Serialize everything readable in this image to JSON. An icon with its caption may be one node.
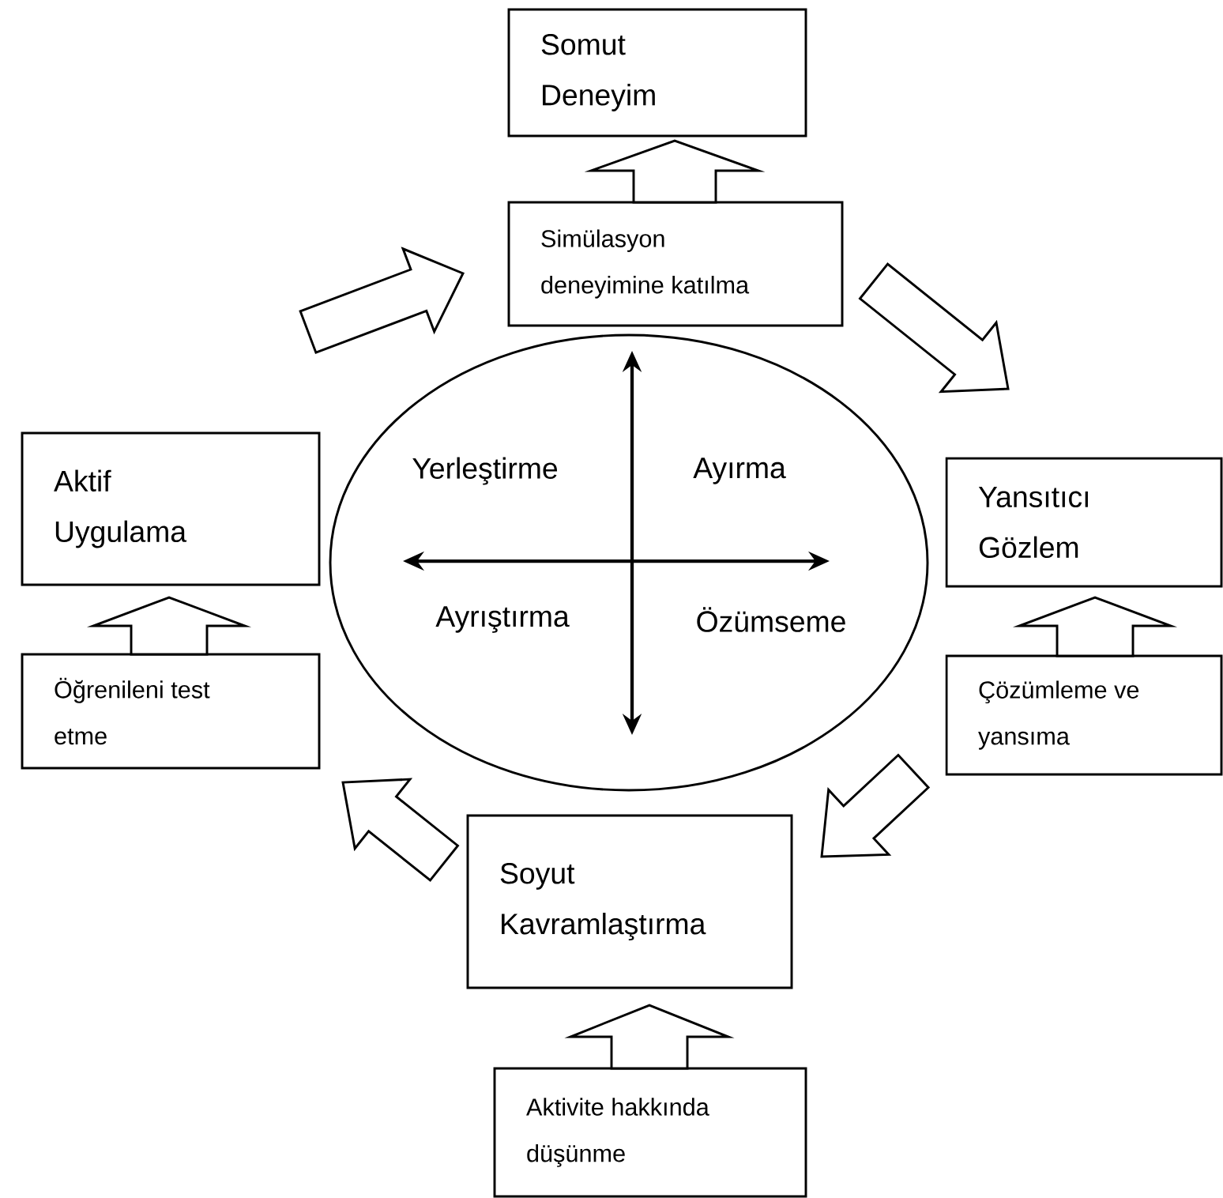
{
  "diagram": {
    "nodes": [
      {
        "text": [
          "Somut Deneyim"
        ]
      },
      {
        "text": [
          "Simülasyon deneyimine katılma"
        ]
      },
      {
        "text": [
          "Aktif Uygulama"
        ]
      },
      {
        "text": [
          "Yansıtıcı Gözlem"
        ]
      },
      {
        "text": [
          "Yerleştirme",
          "Ayırma",
          "Ayrıştırma",
          "Özümseme"
        ]
      },
      {
        "text": [
          "Öğrenileni test etme"
        ]
      },
      {
        "text": [
          "Çözümleme ve yansıma"
        ]
      },
      {
        "text": [
          "Soyut Kavramlaştırma"
        ]
      },
      {
        "text": [
          "Aktivite hakkında düşünme"
        ]
      }
    ],
    "edges": [
      {
        "from": 1,
        "to": 0,
        "arrow": "to"
      },
      {
        "from": 2,
        "to": 1,
        "arrow": "to"
      },
      {
        "from": 1,
        "to": 3,
        "arrow": "to"
      },
      {
        "from": 5,
        "to": 2,
        "arrow": "to"
      },
      {
        "from": 6,
        "to": 3,
        "arrow": "to"
      },
      {
        "from": 6,
        "to": 7,
        "arrow": "to"
      },
      {
        "from": 7,
        "to": 5,
        "arrow": "to"
      },
      {
        "from": 8,
        "to": 7,
        "arrow": "to"
      }
    ]
  }
}
